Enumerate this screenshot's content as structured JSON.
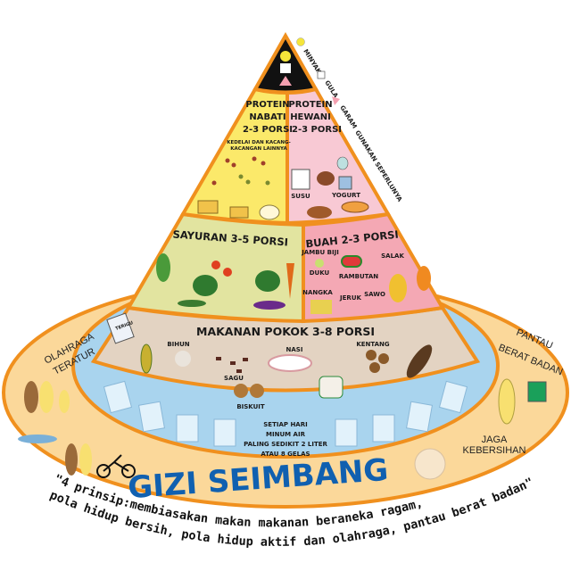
{
  "legend": {
    "minyak": "MINYAK",
    "gula": "GULA",
    "garam": "GARAM",
    "note": "GUNAKAN SEPERLUNYA"
  },
  "protein_nabati": {
    "title_1": "PROTEIN",
    "title_2": "NABATI",
    "portion": "2-3 PORSI",
    "desc_1": "KEDELAI DAN KACANG-",
    "desc_2": "KACANGAN LAINNYA"
  },
  "protein_hewani": {
    "title_1": "PROTEIN",
    "title_2": "HEWANI",
    "portion": "2-3 PORSI",
    "items": [
      "SUSU",
      "YOGURT"
    ]
  },
  "sayuran": {
    "title": "SAYURAN 3-5 PORSI"
  },
  "buah": {
    "title": "BUAH 2-3 PORSI",
    "items": [
      "JAMBU BIJI",
      "SALAK",
      "DUKU",
      "RAMBUTAN",
      "NANGKA",
      "JERUK",
      "SAWO"
    ]
  },
  "makanan_pokok": {
    "title": "MAKANAN POKOK 3-8 PORSI",
    "items": [
      "BIHUN",
      "NASI",
      "KENTANG",
      "SAGU",
      "BISKUIT",
      "TERIGU"
    ]
  },
  "air": {
    "line_1": "SETIAP HARI",
    "line_2": "MINUM AIR",
    "line_3": "PALING SEDIKIT 2 LITER",
    "line_4": "ATAU 8 GELAS"
  },
  "side": {
    "olahraga_1": "OLAHRAGA",
    "olahraga_2": "TERATUR",
    "pantau_1": "PANTAU",
    "pantau_2": "BERAT BADAN",
    "jaga_1": "JAGA",
    "jaga_2": "KEBERSIHAN"
  },
  "title": "GIZI SEIMBANG",
  "quote_1": "\"4 prinsip:membiasakan makan makanan beraneka ragam,",
  "quote_2": "pola hidup bersih, pola hidup aktif dan olahraga, pantau berat badan\"",
  "colors": {
    "outline": "#f0901e",
    "outer": "#fbd89a",
    "water": "#a9d4ee",
    "staple": "#e3d3c2",
    "nabati": "#fbe96a",
    "hewani": "#f8c9d4",
    "sayuran": "#e2e4a0",
    "buah": "#f4a8b4",
    "title": "#1060b0"
  }
}
